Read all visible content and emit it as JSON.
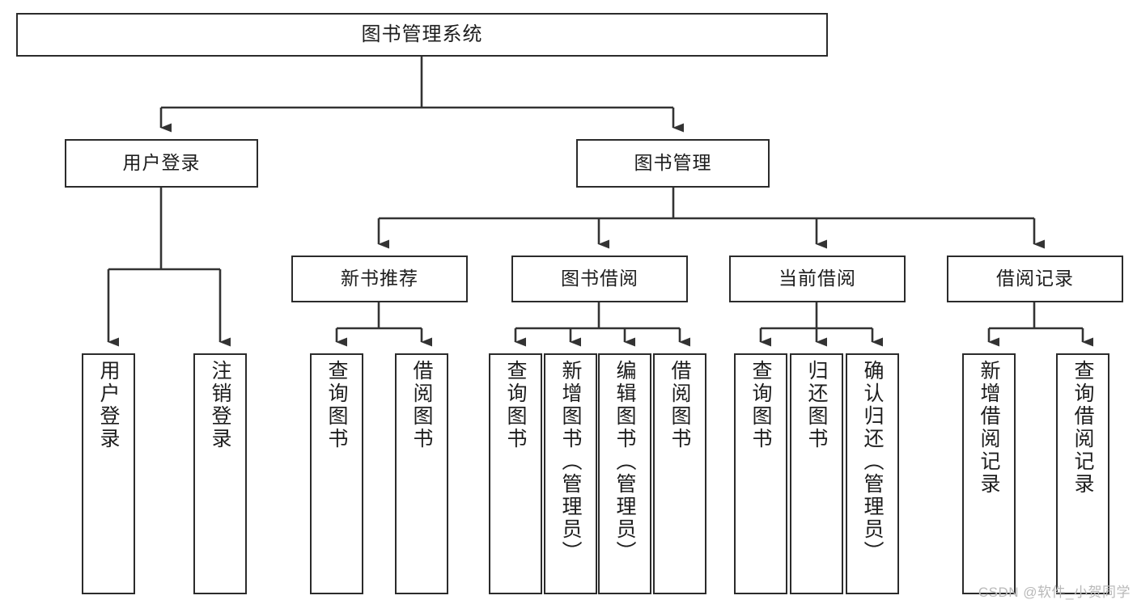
{
  "diagram": {
    "title": "图书管理系统",
    "type": "tree-hierarchy-diagram",
    "colors": {
      "background": "#ffffff",
      "box_border": "#2b2b2b",
      "box_fill": "#ffffff",
      "edge": "#333333",
      "text": "#1d1d1d",
      "watermark": "#b9b9b9"
    },
    "nodes": {
      "root": {
        "label": "图书管理系统"
      },
      "level2": [
        {
          "id": "user-login",
          "label": "用户登录"
        },
        {
          "id": "book-management",
          "label": "图书管理"
        }
      ],
      "level3": [
        {
          "id": "new-book-recommend",
          "label": "新书推荐"
        },
        {
          "id": "book-borrow",
          "label": "图书借阅"
        },
        {
          "id": "current-borrow",
          "label": "当前借阅"
        },
        {
          "id": "borrow-record",
          "label": "借阅记录"
        }
      ],
      "leaves": {
        "user-login": [
          {
            "id": "leaf-user-login",
            "label": "用户登录"
          },
          {
            "id": "leaf-logout-login",
            "label": "注销登录"
          }
        ],
        "new-book-recommend": [
          {
            "id": "leaf-query-book-1",
            "label": "查询图书"
          },
          {
            "id": "leaf-borrow-book-1",
            "label": "借阅图书"
          }
        ],
        "book-borrow": [
          {
            "id": "leaf-query-book-2",
            "label": "查询图书"
          },
          {
            "id": "leaf-add-book",
            "label": "新增图书（管理员）"
          },
          {
            "id": "leaf-edit-book",
            "label": "编辑图书（管理员）"
          },
          {
            "id": "leaf-borrow-book-2",
            "label": "借阅图书"
          }
        ],
        "current-borrow": [
          {
            "id": "leaf-query-book-3",
            "label": "查询图书"
          },
          {
            "id": "leaf-return-book",
            "label": "归还图书"
          },
          {
            "id": "leaf-confirm-return",
            "label": "确认归还（管理员）"
          }
        ],
        "borrow-record": [
          {
            "id": "leaf-add-record",
            "label": "新增借阅记录"
          },
          {
            "id": "leaf-query-record",
            "label": "查询借阅记录"
          }
        ]
      }
    },
    "watermark": "CSDN @软件_小贺同学"
  }
}
